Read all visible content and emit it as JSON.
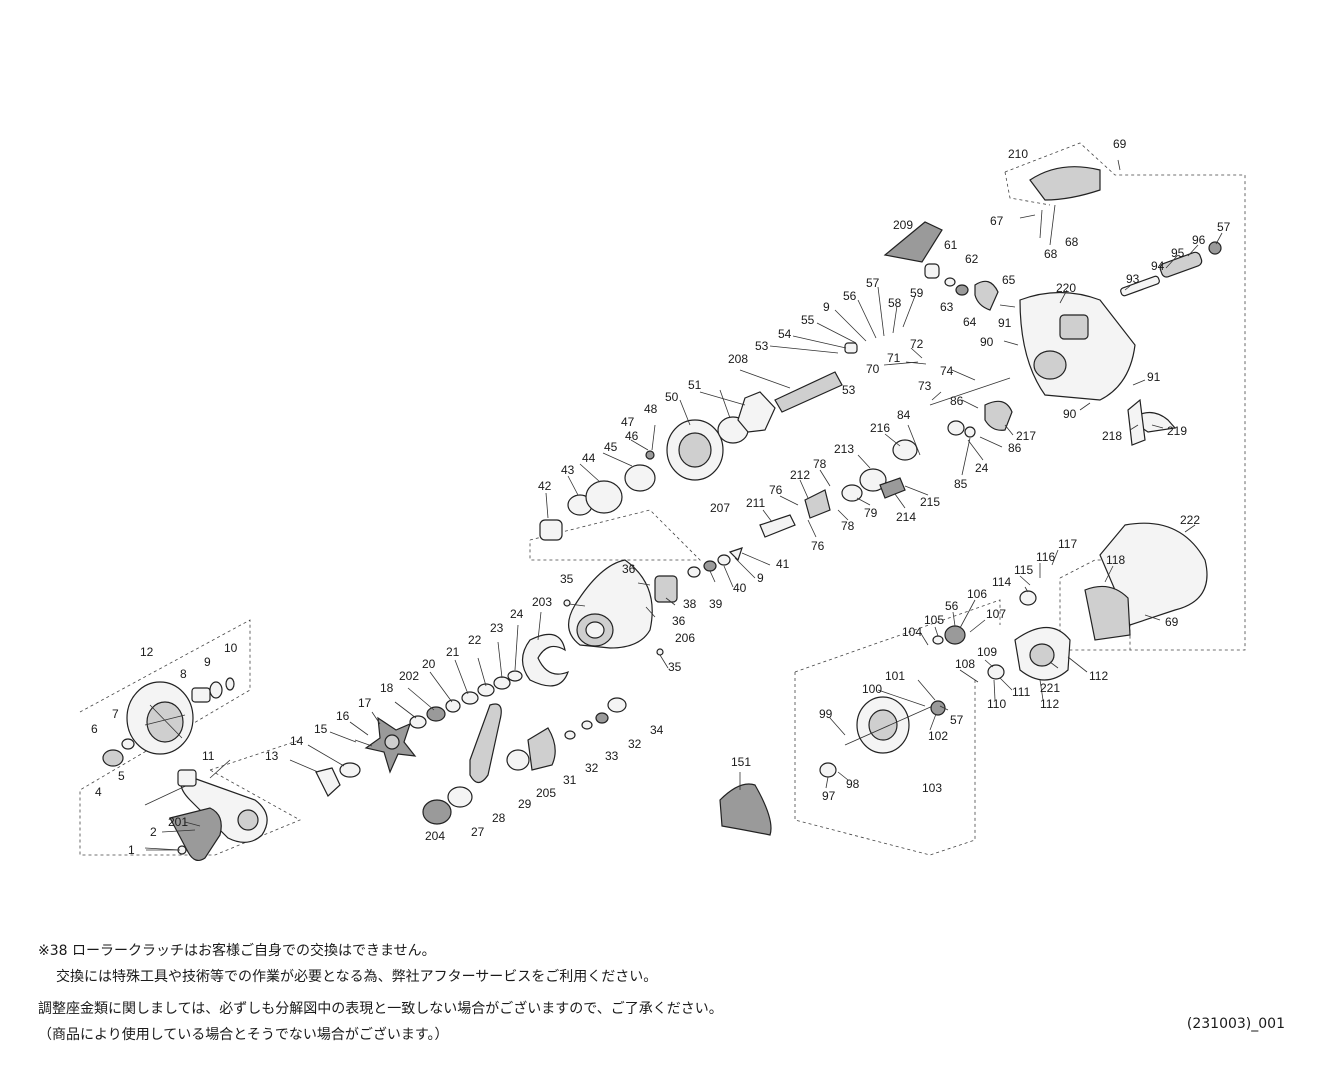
{
  "notes": [
    "※38 ローラークラッチはお客様ご自身での交換はできません。",
    "交換には特殊工具や技術等での作業が必要となる為、弊社アフターサービスをご利用ください。",
    "調整座金類に関しましては、必ずしも分解図中の表現と一致しない場合がございますので、ご了承ください。",
    "（商品により使用している場合とそうでない場合がございます。）"
  ],
  "diagram_code": "(231003)_001",
  "parts": [
    {
      "id": "l1",
      "text": "1"
    },
    {
      "id": "l2",
      "text": "2"
    },
    {
      "id": "l201",
      "text": "201"
    },
    {
      "id": "l4",
      "text": "4"
    },
    {
      "id": "l5",
      "text": "5"
    },
    {
      "id": "l6",
      "text": "6"
    },
    {
      "id": "l7",
      "text": "7"
    },
    {
      "id": "l8",
      "text": "8"
    },
    {
      "id": "l9a",
      "text": "9"
    },
    {
      "id": "l10",
      "text": "10"
    },
    {
      "id": "l11",
      "text": "11"
    },
    {
      "id": "l12",
      "text": "12"
    },
    {
      "id": "l13",
      "text": "13"
    },
    {
      "id": "l14",
      "text": "14"
    },
    {
      "id": "l15",
      "text": "15"
    },
    {
      "id": "l16",
      "text": "16"
    },
    {
      "id": "l17",
      "text": "17"
    },
    {
      "id": "l18",
      "text": "18"
    },
    {
      "id": "l202",
      "text": "202"
    },
    {
      "id": "l20",
      "text": "20"
    },
    {
      "id": "l21",
      "text": "21"
    },
    {
      "id": "l22",
      "text": "22"
    },
    {
      "id": "l23",
      "text": "23"
    },
    {
      "id": "l24a",
      "text": "24"
    },
    {
      "id": "l203",
      "text": "203"
    },
    {
      "id": "l35a",
      "text": "35"
    },
    {
      "id": "l36a",
      "text": "36"
    },
    {
      "id": "l36b",
      "text": "36"
    },
    {
      "id": "l35b",
      "text": "35"
    },
    {
      "id": "l206",
      "text": "206"
    },
    {
      "id": "l38",
      "text": "38"
    },
    {
      "id": "l39",
      "text": "39"
    },
    {
      "id": "l40",
      "text": "40"
    },
    {
      "id": "l9b",
      "text": "9"
    },
    {
      "id": "l41",
      "text": "41"
    },
    {
      "id": "l204",
      "text": "204"
    },
    {
      "id": "l27",
      "text": "27"
    },
    {
      "id": "l28",
      "text": "28"
    },
    {
      "id": "l29",
      "text": "29"
    },
    {
      "id": "l205",
      "text": "205"
    },
    {
      "id": "l31",
      "text": "31"
    },
    {
      "id": "l32a",
      "text": "32"
    },
    {
      "id": "l33",
      "text": "33"
    },
    {
      "id": "l32b",
      "text": "32"
    },
    {
      "id": "l34",
      "text": "34"
    },
    {
      "id": "l42",
      "text": "42"
    },
    {
      "id": "l43",
      "text": "43"
    },
    {
      "id": "l44",
      "text": "44"
    },
    {
      "id": "l45",
      "text": "45"
    },
    {
      "id": "l46",
      "text": "46"
    },
    {
      "id": "l47",
      "text": "47"
    },
    {
      "id": "l48",
      "text": "48"
    },
    {
      "id": "l50",
      "text": "50"
    },
    {
      "id": "l51",
      "text": "51"
    },
    {
      "id": "l207",
      "text": "207"
    },
    {
      "id": "l208",
      "text": "208"
    },
    {
      "id": "l53a",
      "text": "53"
    },
    {
      "id": "l53b",
      "text": "53"
    },
    {
      "id": "l54",
      "text": "54"
    },
    {
      "id": "l55",
      "text": "55"
    },
    {
      "id": "l9c",
      "text": "9"
    },
    {
      "id": "l56a",
      "text": "56"
    },
    {
      "id": "l57a",
      "text": "57"
    },
    {
      "id": "l58",
      "text": "58"
    },
    {
      "id": "l59",
      "text": "59"
    },
    {
      "id": "l72",
      "text": "72"
    },
    {
      "id": "l71",
      "text": "71"
    },
    {
      "id": "l70",
      "text": "70"
    },
    {
      "id": "l74",
      "text": "74"
    },
    {
      "id": "l73",
      "text": "73"
    },
    {
      "id": "l209",
      "text": "209"
    },
    {
      "id": "l61",
      "text": "61"
    },
    {
      "id": "l62",
      "text": "62"
    },
    {
      "id": "l63",
      "text": "63"
    },
    {
      "id": "l64",
      "text": "64"
    },
    {
      "id": "l65",
      "text": "65"
    },
    {
      "id": "l91a",
      "text": "91"
    },
    {
      "id": "l90a",
      "text": "90"
    },
    {
      "id": "l220",
      "text": "220"
    },
    {
      "id": "l210",
      "text": "210"
    },
    {
      "id": "l69a",
      "text": "69"
    },
    {
      "id": "l67",
      "text": "67"
    },
    {
      "id": "l68a",
      "text": "68"
    },
    {
      "id": "l68b",
      "text": "68"
    },
    {
      "id": "l57b",
      "text": "57"
    },
    {
      "id": "l96",
      "text": "96"
    },
    {
      "id": "l95",
      "text": "95"
    },
    {
      "id": "l94",
      "text": "94"
    },
    {
      "id": "l93",
      "text": "93"
    },
    {
      "id": "l91b",
      "text": "91"
    },
    {
      "id": "l90b",
      "text": "90"
    },
    {
      "id": "l218",
      "text": "218"
    },
    {
      "id": "l219",
      "text": "219"
    },
    {
      "id": "l86a",
      "text": "86"
    },
    {
      "id": "l86b",
      "text": "86"
    },
    {
      "id": "l217",
      "text": "217"
    },
    {
      "id": "l24b",
      "text": "24"
    },
    {
      "id": "l85",
      "text": "85"
    },
    {
      "id": "l84",
      "text": "84"
    },
    {
      "id": "l216",
      "text": "216"
    },
    {
      "id": "l213",
      "text": "213"
    },
    {
      "id": "l78a",
      "text": "78"
    },
    {
      "id": "l212",
      "text": "212"
    },
    {
      "id": "l211",
      "text": "211"
    },
    {
      "id": "l76a",
      "text": "76"
    },
    {
      "id": "l78b",
      "text": "78"
    },
    {
      "id": "l79",
      "text": "79"
    },
    {
      "id": "l214",
      "text": "214"
    },
    {
      "id": "l215",
      "text": "215"
    },
    {
      "id": "l76b",
      "text": "76"
    },
    {
      "id": "l222",
      "text": "222"
    },
    {
      "id": "l118",
      "text": "118"
    },
    {
      "id": "l117",
      "text": "117"
    },
    {
      "id": "l116",
      "text": "116"
    },
    {
      "id": "l115",
      "text": "115"
    },
    {
      "id": "l114",
      "text": "114"
    },
    {
      "id": "l69b",
      "text": "69"
    },
    {
      "id": "l106",
      "text": "106"
    },
    {
      "id": "l56b",
      "text": "56"
    },
    {
      "id": "l107",
      "text": "107"
    },
    {
      "id": "l105",
      "text": "105"
    },
    {
      "id": "l104",
      "text": "104"
    },
    {
      "id": "l221",
      "text": "221"
    },
    {
      "id": "l112a",
      "text": "112"
    },
    {
      "id": "l112b",
      "text": "112"
    },
    {
      "id": "l109",
      "text": "109"
    },
    {
      "id": "l108",
      "text": "108"
    },
    {
      "id": "l111",
      "text": "111"
    },
    {
      "id": "l110",
      "text": "110"
    },
    {
      "id": "l101",
      "text": "101"
    },
    {
      "id": "l100",
      "text": "100"
    },
    {
      "id": "l57c",
      "text": "57"
    },
    {
      "id": "l102",
      "text": "102"
    },
    {
      "id": "l99",
      "text": "99"
    },
    {
      "id": "l97",
      "text": "97"
    },
    {
      "id": "l98",
      "text": "98"
    },
    {
      "id": "l103",
      "text": "103"
    },
    {
      "id": "l151",
      "text": "151"
    }
  ]
}
